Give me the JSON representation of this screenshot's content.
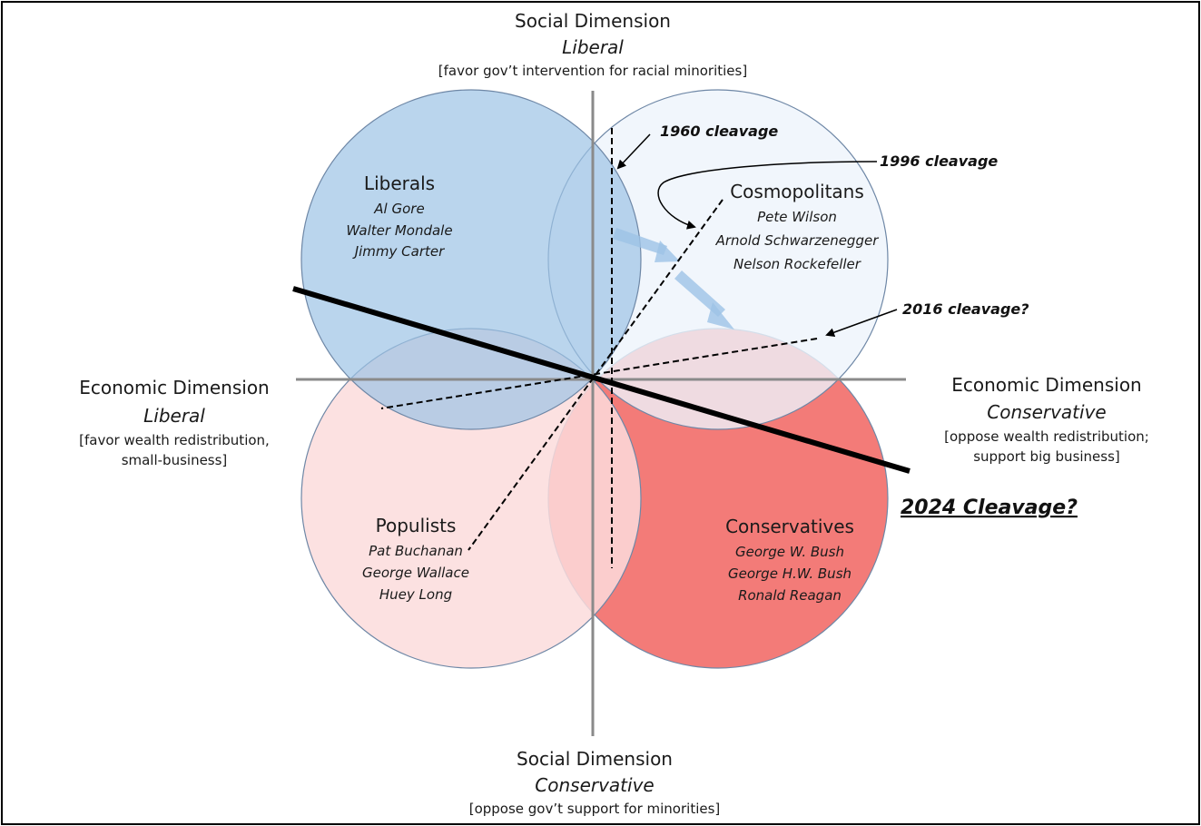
{
  "axes": {
    "top": {
      "title": "Social Dimension",
      "pole": "Liberal",
      "note": "[favor gov’t intervention for racial minorities]"
    },
    "bottom": {
      "title": "Social Dimension",
      "pole": "Conservative",
      "note": "[oppose gov’t support for minorities]"
    },
    "left": {
      "title": "Economic Dimension",
      "pole": "Liberal",
      "note_line1": "[favor wealth redistribution,",
      "note_line2": "small-business]"
    },
    "right": {
      "title": "Economic Dimension",
      "pole": "Conservative",
      "note_line1": "[oppose wealth redistribution;",
      "note_line2": "support big business]"
    }
  },
  "groups": {
    "liberals": {
      "name": "Liberals",
      "people": [
        "Al Gore",
        "Walter Mondale",
        "Jimmy Carter"
      ],
      "color": "#9dc3e6"
    },
    "cosmopolitans": {
      "name": "Cosmopolitans",
      "people": [
        "Pete Wilson",
        "Arnold Schwarzenegger",
        "Nelson Rockefeller"
      ],
      "color": "#eef4fb"
    },
    "populists": {
      "name": "Populists",
      "people": [
        "Pat Buchanan",
        "George Wallace",
        "Huey Long"
      ],
      "color": "#fbdcdc"
    },
    "conservatives": {
      "name": "Conservatives",
      "people": [
        "George W. Bush",
        "George H.W. Bush",
        "Ronald Reagan"
      ],
      "color": "#f37b78"
    }
  },
  "cleavages": {
    "c1960": "1960 cleavage",
    "c1996": "1996 cleavage",
    "c2016": "2016 cleavage?",
    "c2024": "2024 Cleavage?"
  }
}
